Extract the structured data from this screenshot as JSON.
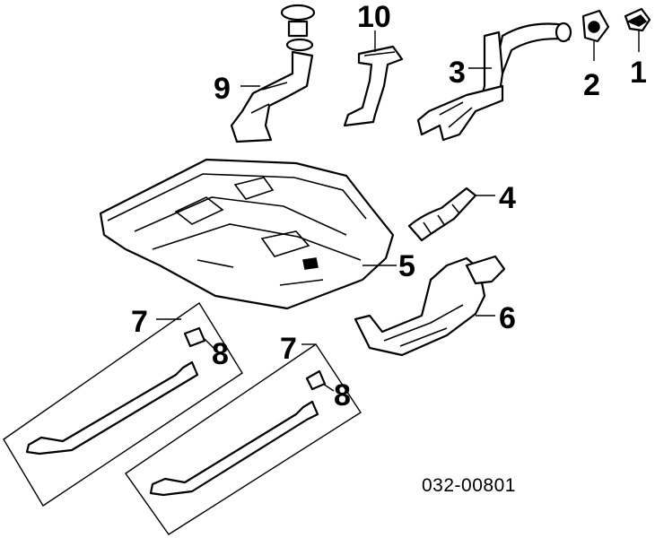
{
  "diagram": {
    "callouts": {
      "c1": "1",
      "c2": "2",
      "c3": "3",
      "c4": "4",
      "c5": "5",
      "c6": "6",
      "c7a": "7",
      "c7b": "7",
      "c8a": "8",
      "c8b": "8",
      "c9": "9",
      "c10": "10"
    },
    "part_code": "032-00801"
  }
}
